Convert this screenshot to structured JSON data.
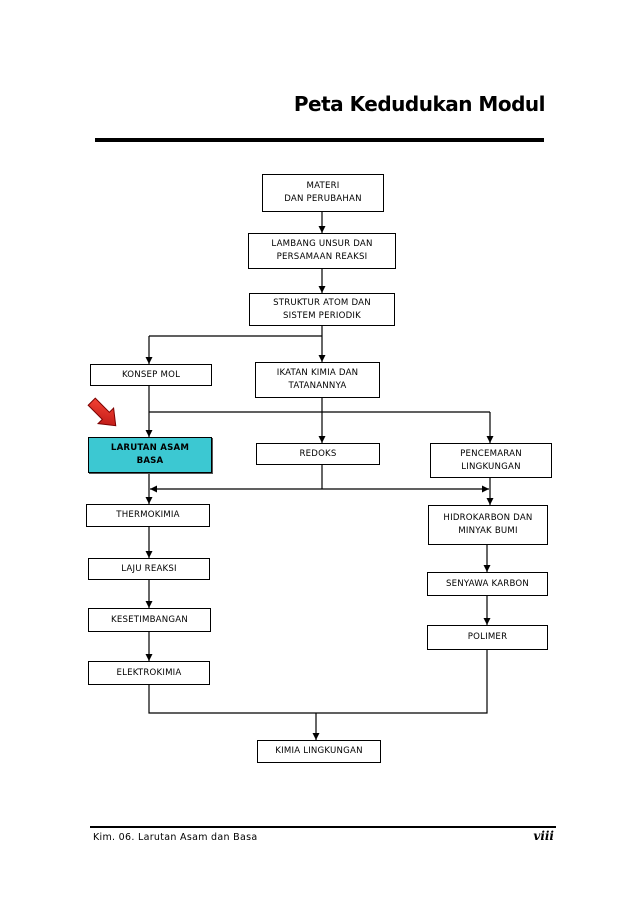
{
  "title": "Peta Kedudukan Modul",
  "nodes": {
    "materi": "MATERI\nDAN PERUBAHAN",
    "lambang": "LAMBANG UNSUR DAN\nPERSAMAAN REAKSI",
    "struktur": "STRUKTUR ATOM DAN\nSISTEM PERIODIK",
    "konsep_mol": "KONSEP MOL",
    "ikatan": "IKATAN KIMIA DAN\nTATANANNYA",
    "larutan": "LARUTAN ASAM\nBASA",
    "redoks": "REDOKS",
    "pencemaran": "PENCEMARAN\nLINGKUNGAN",
    "thermokimia": "THERMOKIMIA",
    "hidrokarbon": "HIDROKARBON DAN\nMINYAK BUMI",
    "laju": "LAJU REAKSI",
    "senyawa": "SENYAWA KARBON",
    "kesetimbangan": "KESETIMBANGAN",
    "polimer": "POLIMER",
    "elektrokimia": "ELEKTROKIMIA",
    "kimia_lingkungan": "KIMIA LINGKUNGAN"
  },
  "colors": {
    "active_node": "#3cc8d2",
    "pointer_arrow": "#e02020"
  },
  "icons": {
    "pointer": "red-arrow-icon"
  },
  "footer": {
    "left": "Kim. 06. Larutan Asam dan Basa",
    "page": "viii"
  }
}
